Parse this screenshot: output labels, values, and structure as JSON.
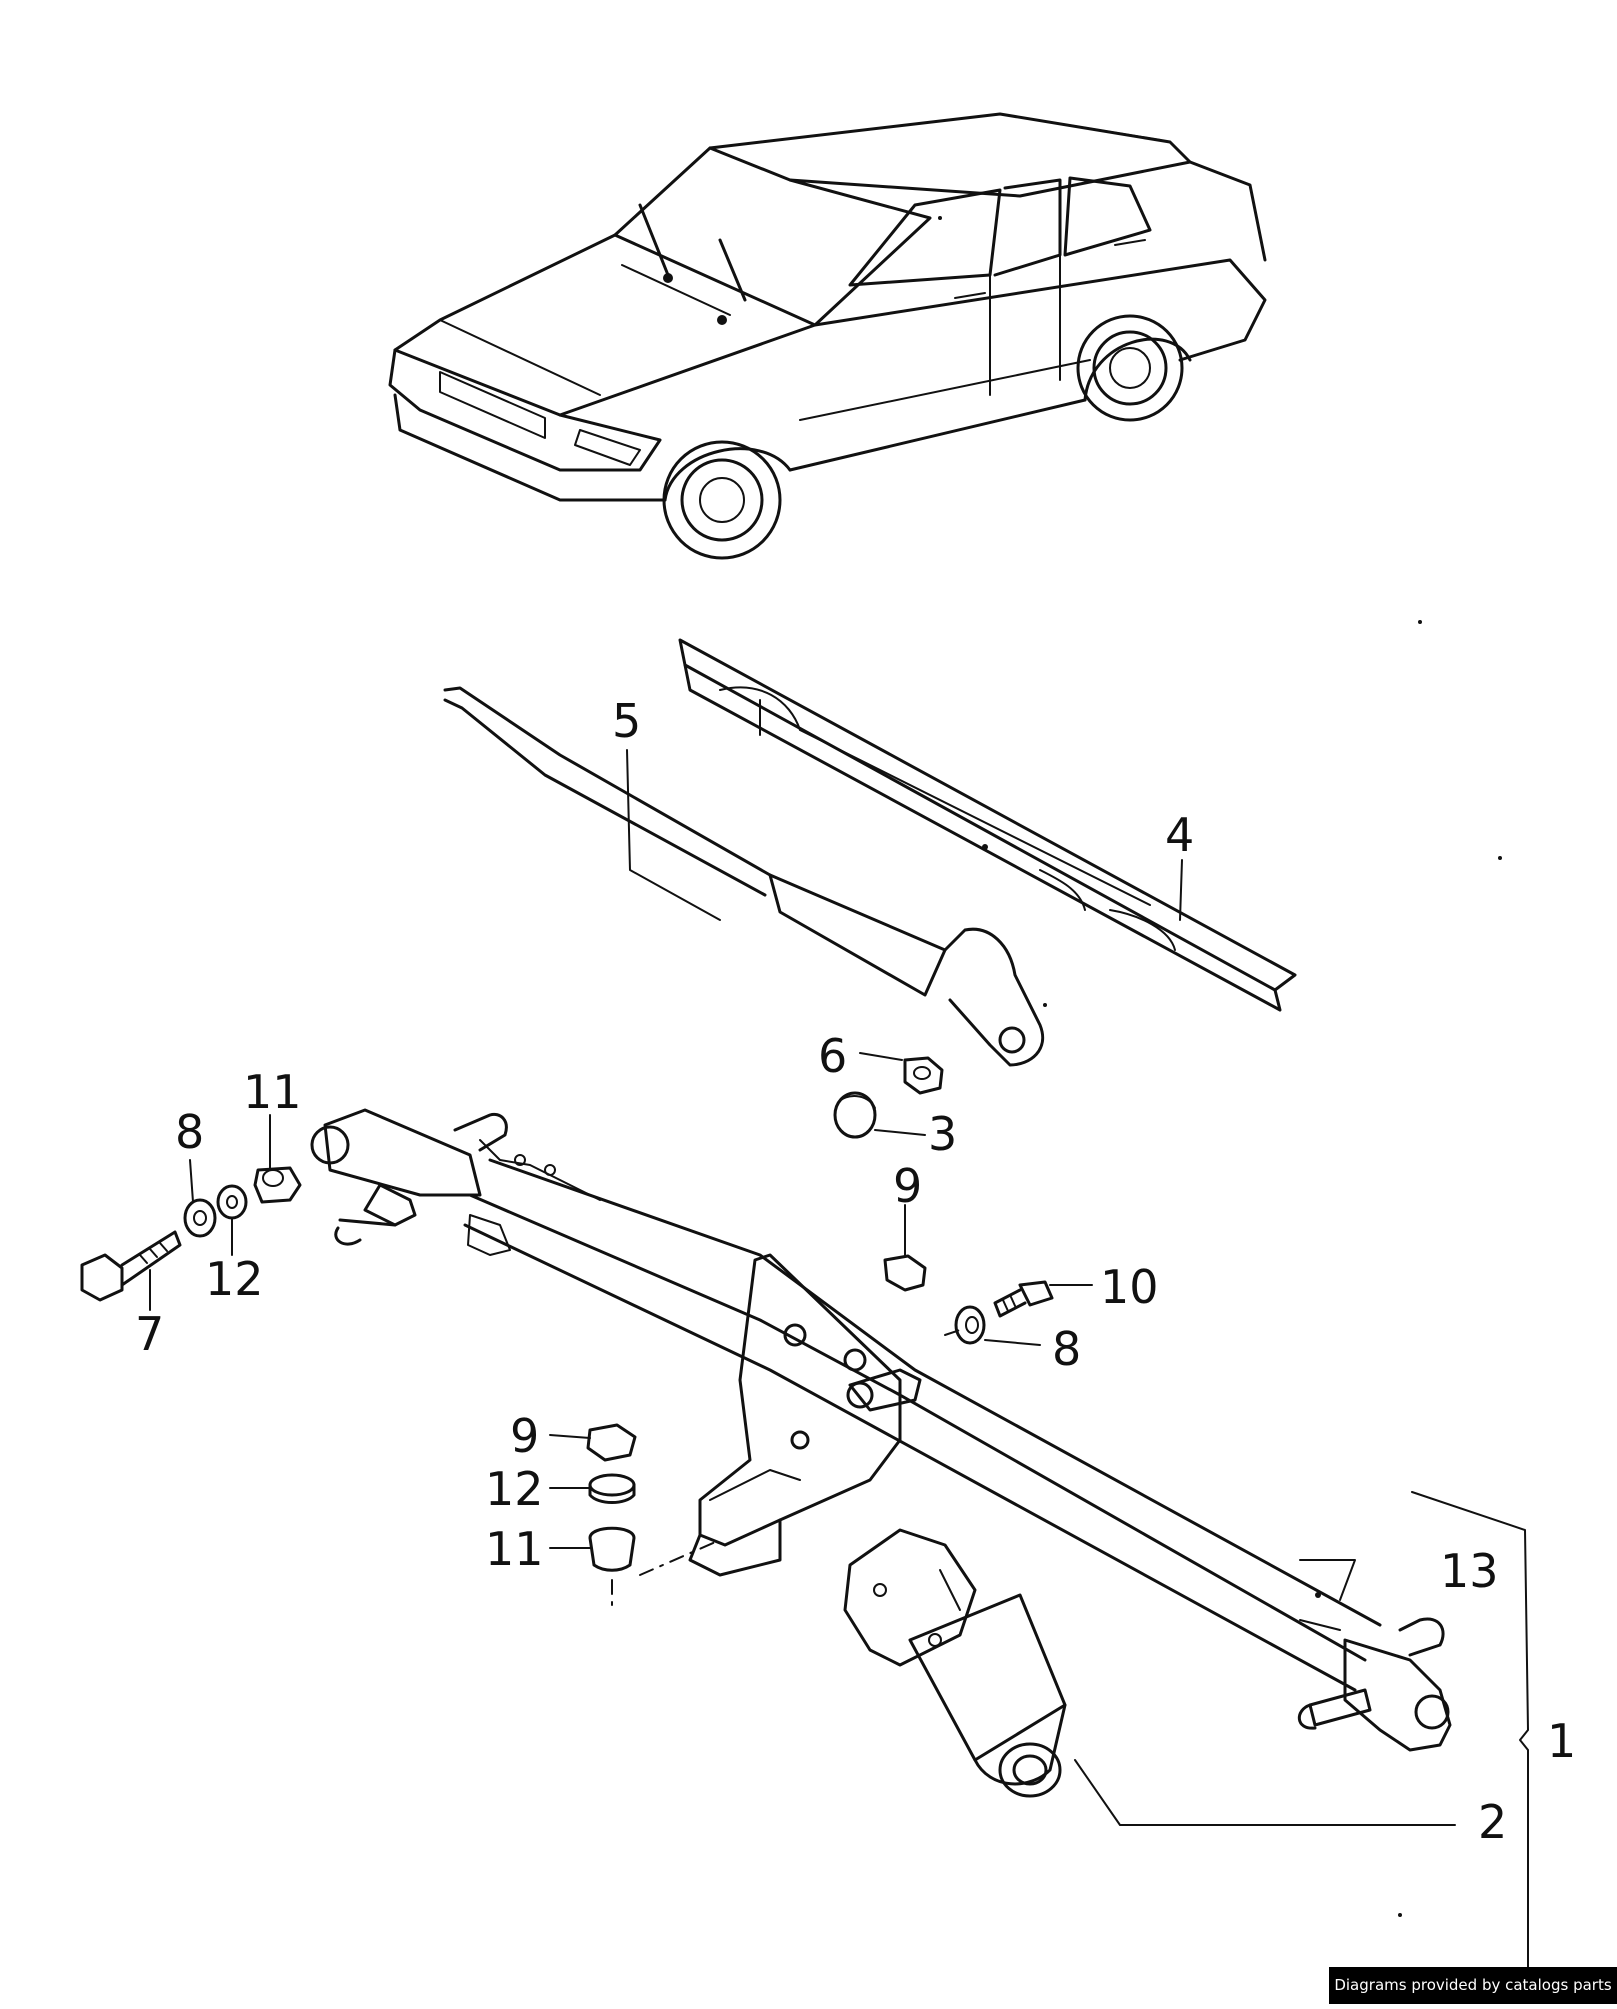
{
  "diagram": {
    "callouts": [
      {
        "id": "c1",
        "text": "1"
      },
      {
        "id": "c2",
        "text": "2"
      },
      {
        "id": "c3",
        "text": "3"
      },
      {
        "id": "c4",
        "text": "4"
      },
      {
        "id": "c5",
        "text": "5"
      },
      {
        "id": "c6",
        "text": "6"
      },
      {
        "id": "c7",
        "text": "7"
      },
      {
        "id": "c8a",
        "text": "8"
      },
      {
        "id": "c8b",
        "text": "8"
      },
      {
        "id": "c9a",
        "text": "9"
      },
      {
        "id": "c9b",
        "text": "9"
      },
      {
        "id": "c10",
        "text": "10"
      },
      {
        "id": "c11a",
        "text": "11"
      },
      {
        "id": "c11b",
        "text": "11"
      },
      {
        "id": "c12a",
        "text": "12"
      },
      {
        "id": "c12b",
        "text": "12"
      },
      {
        "id": "c13",
        "text": "13"
      }
    ]
  },
  "footer": {
    "credit": "Diagrams provided by catalogs parts"
  }
}
